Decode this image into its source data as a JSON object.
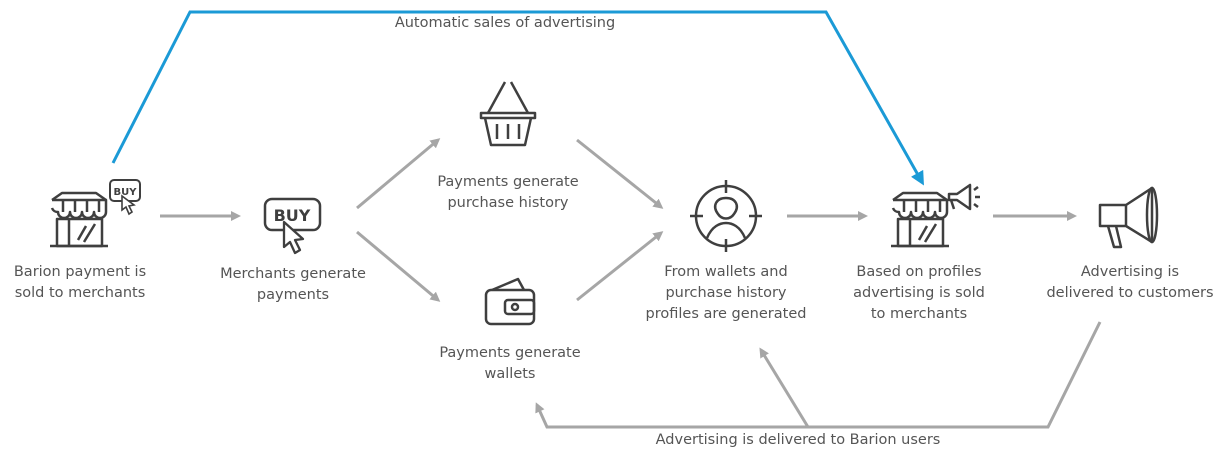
{
  "flow_label": "Automatic sales of advertising",
  "return_label": "Advertising is delivered to Barion users",
  "colors": {
    "flow_line": "#1b9ad6",
    "arrow": "#a6a6a6",
    "icon": "#3f3f3f",
    "text": "#555555"
  },
  "nodes": [
    {
      "id": "merchant-shop",
      "icon": "shop-icon",
      "badge": "BUY",
      "lines": [
        "Barion payment is",
        "sold to merchants"
      ]
    },
    {
      "id": "merchant-payments",
      "icon": "buy-button-icon",
      "badge": "BUY",
      "lines": [
        "Merchants generate",
        "payments"
      ]
    },
    {
      "id": "purchase-history",
      "icon": "basket-icon",
      "lines": [
        "Payments generate",
        "purchase history"
      ]
    },
    {
      "id": "wallets",
      "icon": "wallet-icon",
      "lines": [
        "Payments generate",
        "wallets"
      ]
    },
    {
      "id": "profiles",
      "icon": "profile-target-icon",
      "lines": [
        "From wallets and",
        "purchase history",
        "profiles are generated"
      ]
    },
    {
      "id": "ad-sales",
      "icon": "shop-megaphone-icon",
      "lines": [
        "Based on profiles",
        "advertising is sold",
        "to merchants"
      ]
    },
    {
      "id": "ad-delivery",
      "icon": "megaphone-icon",
      "lines": [
        "Advertising is",
        "delivered to customers"
      ]
    }
  ]
}
